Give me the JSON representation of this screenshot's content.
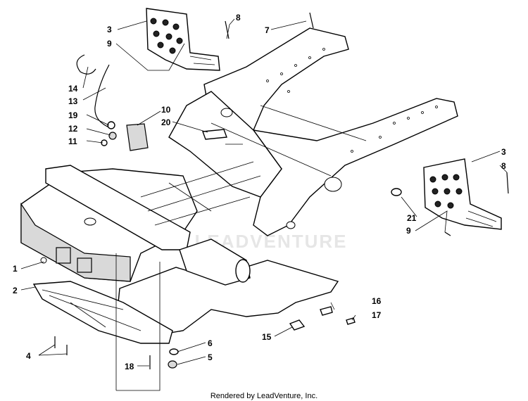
{
  "callouts": [
    "1",
    "2",
    "3",
    "4",
    "5",
    "6",
    "7",
    "8",
    "9",
    "10",
    "11",
    "12",
    "13",
    "14",
    "15",
    "16",
    "17",
    "18",
    "19",
    "20",
    "21"
  ],
  "watermark": "LEADVENTURE",
  "credit": "Rendered by LeadVenture, Inc."
}
